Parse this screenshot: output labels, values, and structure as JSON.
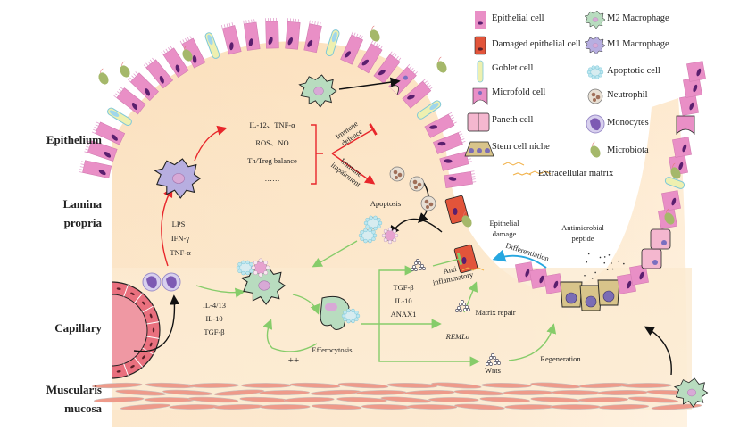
{
  "regions": {
    "epithelium": "Epithelium",
    "lamina_propria_1": "Lamina",
    "lamina_propria_2": "propria",
    "capillary": "Capillary",
    "muscularis_1": "Muscularis",
    "muscularis_2": "mucosa"
  },
  "legend": {
    "items_left": [
      {
        "icon": "epithelial-cell-icon",
        "label": "Epithelial cell"
      },
      {
        "icon": "damaged-epithelial-cell-icon",
        "label": "Damaged epithelial cell"
      },
      {
        "icon": "goblet-cell-icon",
        "label": "Goblet cell"
      },
      {
        "icon": "microfold-cell-icon",
        "label": "Microfold cell"
      },
      {
        "icon": "paneth-cell-icon",
        "label": "Paneth cell"
      },
      {
        "icon": "stem-cell-niche-icon",
        "label": "Stem cell niche"
      }
    ],
    "items_right": [
      {
        "icon": "m2-macrophage-icon",
        "label": "M2 Macrophage"
      },
      {
        "icon": "m1-macrophage-icon",
        "label": "M1 Macrophage"
      },
      {
        "icon": "apoptotic-cell-icon",
        "label": "Apoptotic cell"
      },
      {
        "icon": "neutrophil-icon",
        "label": "Neutrophil"
      },
      {
        "icon": "monocytes-icon",
        "label": "Monocytes"
      },
      {
        "icon": "microbiota-icon",
        "label": "Microbiota"
      }
    ],
    "ecm": {
      "icon": "extracellular-matrix-icon",
      "label": "Extracellular matrix"
    }
  },
  "labels": {
    "m1_factors": [
      "IL-12、TNF-α",
      "ROS、NO",
      "Th/Treg balance",
      "……"
    ],
    "immune_defence": [
      "Immune",
      "defence"
    ],
    "immune_impairment": [
      "Immune",
      "impairment"
    ],
    "m1_inducers": [
      "LPS",
      "IFN-γ",
      "TNF-α"
    ],
    "m2_inducers": [
      "IL-4/13",
      "IL-10",
      "TGF-β"
    ],
    "apoptosis": "Apoptosis",
    "epithelial_damage": [
      "Epithelial",
      "damage"
    ],
    "anti_inflammatory": [
      "Anti-",
      "inflammatory"
    ],
    "efferocytosis_factors": [
      "TGF-β",
      "IL-10",
      "ANAX1"
    ],
    "differentiation": "Differentiation",
    "antimicrobial_peptide": [
      "Antimicrobial",
      "peptide"
    ],
    "matrix_repair": "Matrix repair",
    "remla": "REMLα",
    "efferocytosis": "Efferocytosis",
    "plus_plus": "++",
    "wnts": "Wnts",
    "regeneration": "Regeneration"
  },
  "colors": {
    "background_tissue": "#fbe3c2",
    "epithelial": "#e98fc6",
    "damaged": "#e2543a",
    "goblet": "#eef0b0",
    "m1_macrophage": "#b7aee0",
    "m2_macrophage": "#b8dcbf",
    "stem": "#d8c48a",
    "arrow_red": "#e8262b",
    "arrow_green": "#86cc6a",
    "arrow_blue": "#26a7e0",
    "muscle": "#ee9a8a",
    "capillary": "#e9707e"
  }
}
